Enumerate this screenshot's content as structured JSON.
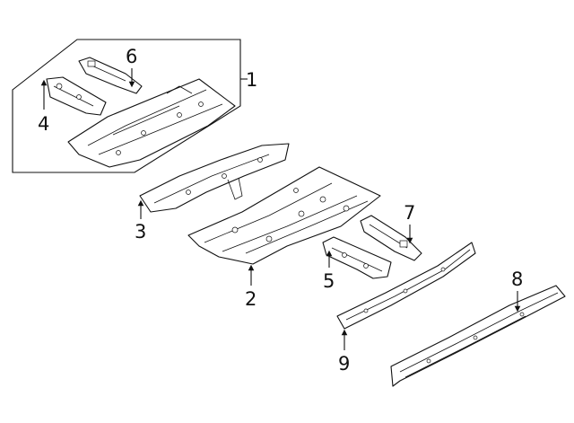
{
  "diagram": {
    "type": "exploded-parts-diagram",
    "callouts": [
      "1",
      "2",
      "3",
      "4",
      "5",
      "6",
      "7",
      "8",
      "9"
    ],
    "colors": {
      "line": "#111111",
      "background": "#ffffff"
    }
  }
}
